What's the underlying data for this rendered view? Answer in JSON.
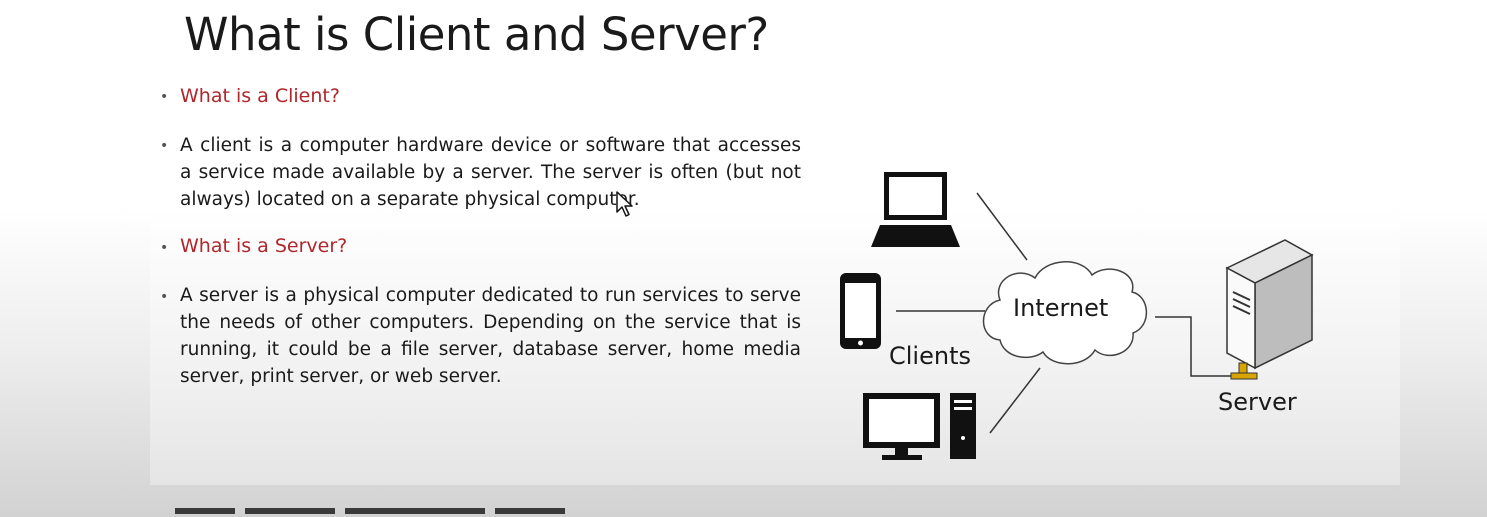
{
  "slide": {
    "title": "What is Client and Server?",
    "sections": [
      {
        "question": "What is a Client?",
        "answer": "A client is a computer hardware device or software that accesses a service made available by a server. The server is often (but not always) located on a separate physical computer."
      },
      {
        "question": "What is a Server?",
        "answer": "A server is a physical computer dedicated to run services to serve the needs of other computers. Depending on the service that is running, it could be a file server, database server, home media server, print server, or web server."
      }
    ],
    "bullet_char": "•"
  },
  "diagram": {
    "internet_label": "Internet",
    "clients_label": "Clients",
    "server_label": "Server",
    "icons": [
      "laptop-icon",
      "phone-icon",
      "desktop-computer-icon",
      "cloud-icon",
      "server-tower-icon"
    ]
  },
  "colors": {
    "question_red": "#b0262b",
    "text": "#1a1a1a"
  }
}
